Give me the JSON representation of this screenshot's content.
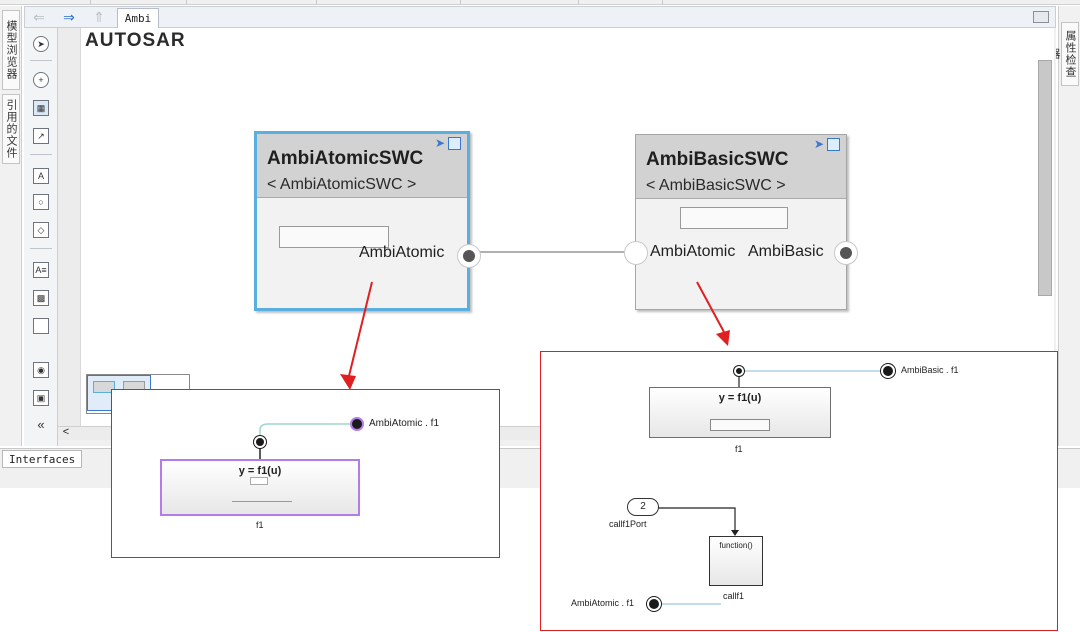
{
  "editor": {
    "tab_label": "Ambi",
    "nav": {
      "back_icon": "arrow-left-icon",
      "forward_icon": "arrow-right-icon",
      "up_icon": "arrow-up-icon"
    },
    "left_tabs": [
      "模型浏览器",
      "引用的文件"
    ],
    "right_tabs": [
      "属性检查器"
    ],
    "palette_collapse": "«",
    "hscroll_left": "<"
  },
  "logo": {
    "text": "AUTOSAR"
  },
  "components": {
    "atomic": {
      "title": "AmbiAtomicSWC",
      "subtitle": "< AmbiAtomicSWC >",
      "port_label": "AmbiAtomic"
    },
    "basic": {
      "title": "AmbiBasicSWC",
      "subtitle": "< AmbiBasicSWC >",
      "port_in_label": "AmbiAtomic",
      "port_out_label": "AmbiBasic"
    }
  },
  "detail_left": {
    "outport_label": "AmbiAtomic . f1",
    "block_expr": "y = f1(u)",
    "block_name": "f1"
  },
  "detail_right": {
    "outport_label": "AmbiBasic . f1",
    "block_expr": "y = f1(u)",
    "block_name": "f1",
    "inport_number": "2",
    "inport_label": "callf1Port",
    "function_label": "function()",
    "function_name": "callf1",
    "caller_label": "AmbiAtomic . f1"
  },
  "interfaces_panel": {
    "tab_label": "Interfaces"
  },
  "colors": {
    "selection": "#5aaee0",
    "callout": "#e02020",
    "purple": "#b27de6"
  }
}
